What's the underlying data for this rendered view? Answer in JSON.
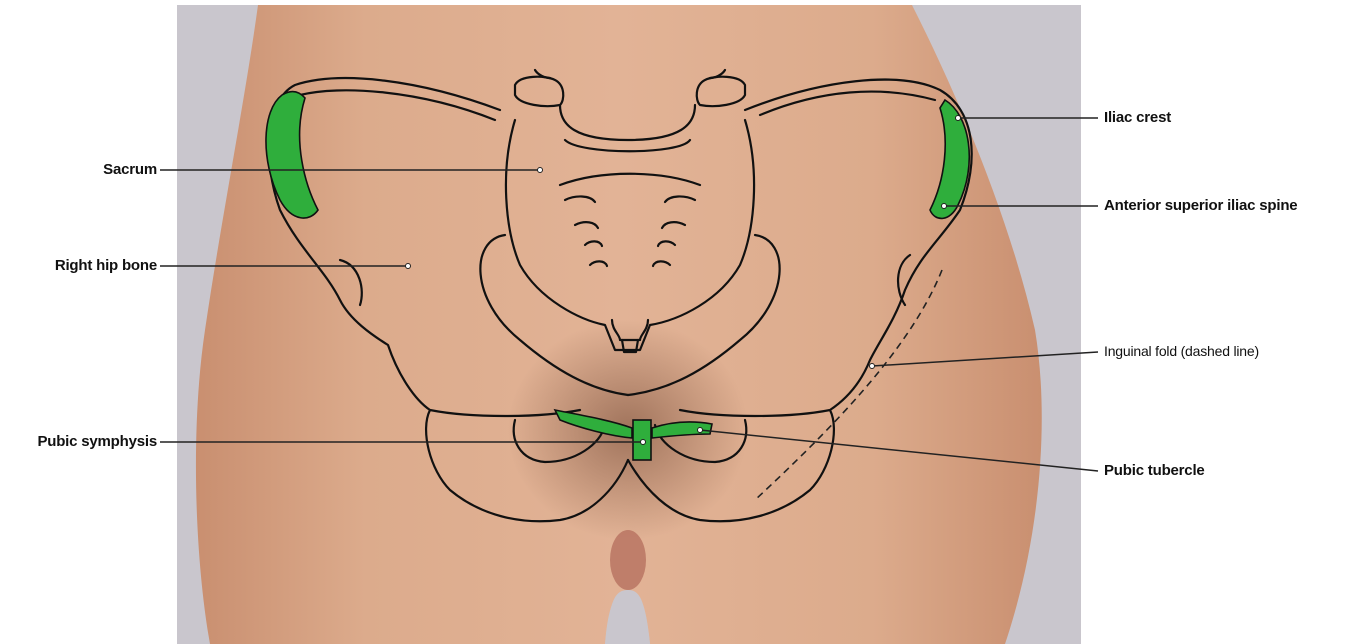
{
  "labels": {
    "sacrum": "Sacrum",
    "right_hip_bone": "Right hip bone",
    "pubic_symphysis": "Pubic symphysis",
    "iliac_crest": "Iliac crest",
    "asis": "Anterior superior iliac spine",
    "inguinal_fold": "Inguinal fold (dashed line)",
    "pubic_tubercle": "Pubic tubercle"
  },
  "colors": {
    "background": "#ffffff",
    "photo_backdrop": "#c9c6cd",
    "skin": "#d9a688",
    "highlight": "#2fae3c",
    "outline": "#111111"
  }
}
